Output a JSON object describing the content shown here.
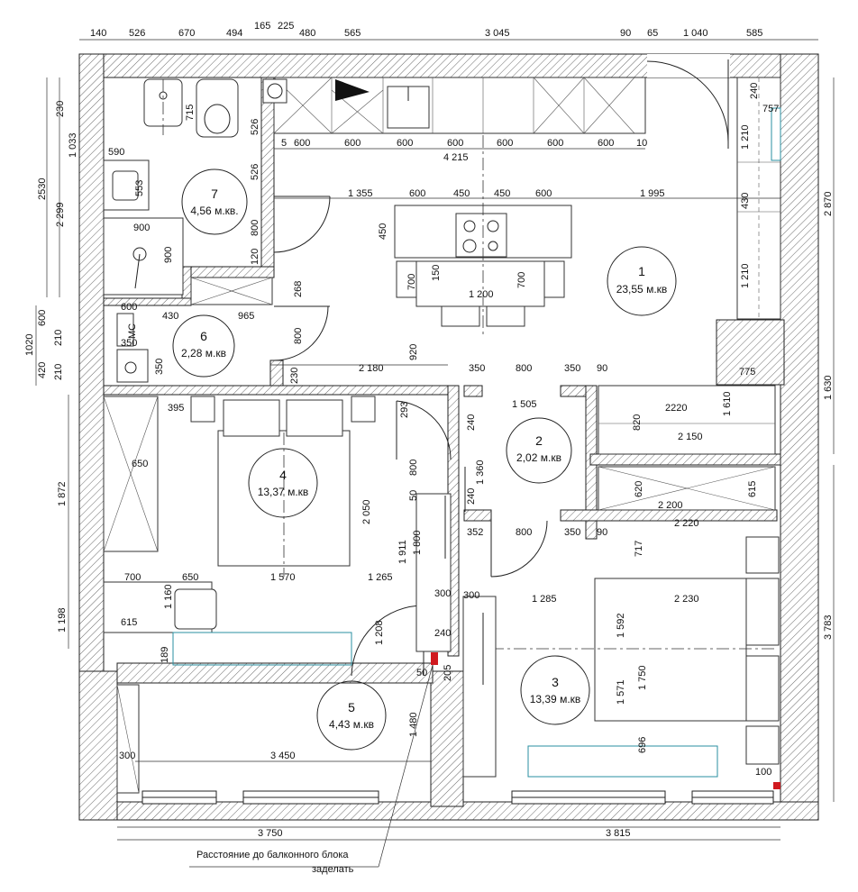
{
  "rooms": [
    {
      "num": "1",
      "area": "23,55 м.кв"
    },
    {
      "num": "2",
      "area": "2,02 м.кв"
    },
    {
      "num": "3",
      "area": "13,39 м.кв"
    },
    {
      "num": "4",
      "area": "13,37 м.кв"
    },
    {
      "num": "5",
      "area": "4,43 м.кв"
    },
    {
      "num": "6",
      "area": "2,28 м.кв"
    },
    {
      "num": "7",
      "area": "4,56 м.кв."
    }
  ],
  "top_dims": [
    "140",
    "526",
    "670",
    "494",
    "165",
    "225",
    "480",
    "565",
    "3 045",
    "90",
    "65",
    "1 040",
    "585"
  ],
  "kitchen_dims": [
    "5",
    "600",
    "600",
    "600",
    "600",
    "600",
    "600",
    "600",
    "10",
    "4 215"
  ],
  "island_dims": [
    "1 355",
    "600",
    "450",
    "450",
    "600",
    "1 995",
    "450",
    "700",
    "150",
    "700",
    "1 200"
  ],
  "left_dims": [
    "230",
    "1 033",
    "2530",
    "2 299",
    "1020",
    "600",
    "210",
    "420",
    "210",
    "1 872",
    "1 198"
  ],
  "right_dims": [
    "2 870",
    "1 630",
    "3 783"
  ],
  "wc_dims": [
    "715",
    "526",
    "526",
    "590",
    "553",
    "900",
    "900",
    "800",
    "120",
    "268",
    "600",
    "430",
    "965",
    "350",
    "350",
    "MC"
  ],
  "hall_dims": [
    "800",
    "920",
    "230",
    "2 180",
    "350",
    "800",
    "350",
    "90",
    "775",
    "1 610",
    "2220",
    "820",
    "2 150",
    "1 505",
    "240",
    "1 360",
    "293"
  ],
  "closet_dims": [
    "620",
    "615",
    "2 200",
    "2 220",
    "240",
    "352",
    "800",
    "350",
    "90",
    "717"
  ],
  "room4_dims": [
    "395",
    "650",
    "2 050",
    "800",
    "50",
    "1 911",
    "1 800",
    "700",
    "650",
    "1 570",
    "1 265",
    "1 160",
    "615",
    "189",
    "300",
    "1 208",
    "240"
  ],
  "room3_dims": [
    "300",
    "1 285",
    "2 230",
    "1 592",
    "1 571",
    "1 750",
    "696",
    "100",
    "50",
    "205"
  ],
  "balcony_dims": [
    "1 480",
    "300",
    "3 450"
  ],
  "bottom_dims": [
    "3 750",
    "3 815"
  ],
  "wardrobe_dims": [
    "240",
    "757",
    "1 210",
    "430",
    "1 210"
  ],
  "note_lines": [
    "Расстояние до балконного блока",
    "заделать"
  ]
}
